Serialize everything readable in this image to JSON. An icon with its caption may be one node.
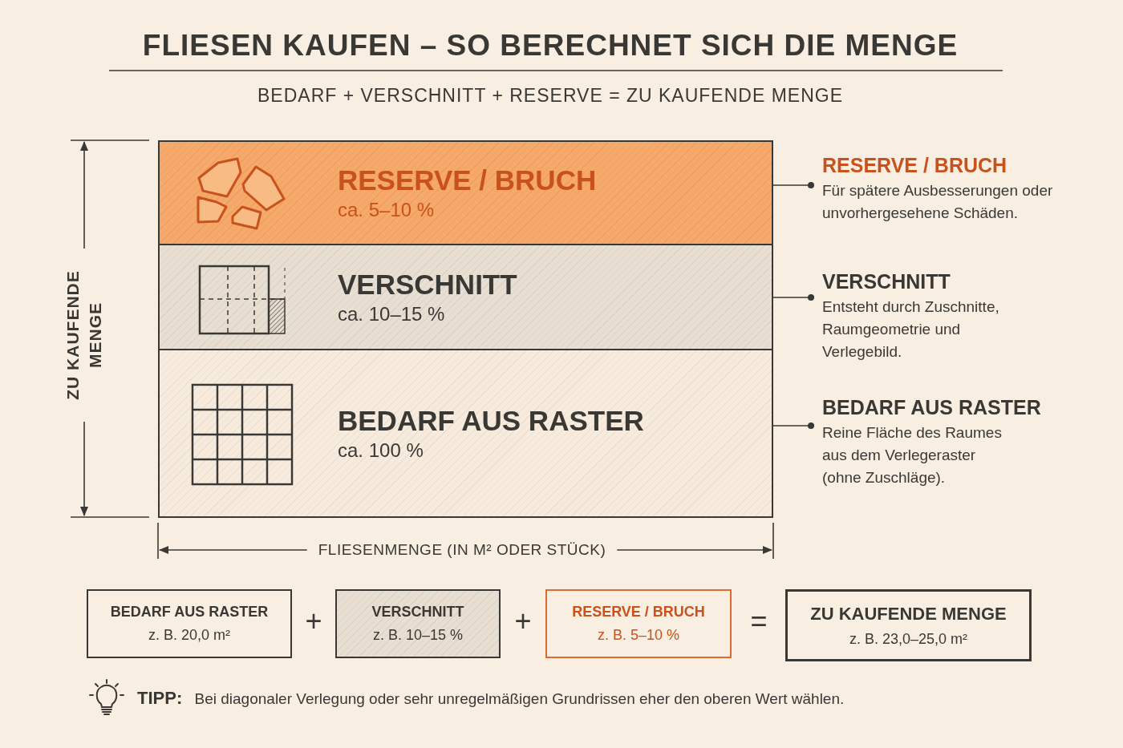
{
  "diagram": {
    "title": "FLIESEN KAUFEN – SO BERECHNET SICH DIE MENGE",
    "nodes": [
      {
        "text": [
          "RESERVE / BRUCH",
          "ca. 5–10 %"
        ]
      },
      {
        "text": [
          "VERSCHNITT",
          "ca. 10–15 %"
        ]
      },
      {
        "text": [
          "BEDARF AUS RASTER",
          "ca. 100 %"
        ]
      },
      {
        "text": [
          "RESERVE / BRUCH",
          "Für spätere Ausbesserungen oder unvorhergesehene Schäden."
        ]
      },
      {
        "text": [
          "VERSCHNITT",
          "Entsteht durch Zuschnitte, Raumgeometrie und Verlegebild."
        ]
      },
      {
        "text": [
          "BEDARF AUS RASTER",
          "Reine Fläche des Raumes aus dem Verlegeraster (ohne Zuschläge)."
        ]
      },
      {
        "text": [
          "BEDARF AUS RASTER",
          "z. B. 20,0 m²"
        ]
      },
      {
        "text": [
          "VERSCHNITT",
          "z. B. 10–15 %"
        ]
      },
      {
        "text": [
          "RESERVE / BRUCH",
          "z. B. 5–10 %"
        ]
      },
      {
        "text": [
          "ZU KAUFENDE MENGE",
          "z. B. 23,0–25,0 m²"
        ]
      }
    ],
    "edges": [
      {
        "from": 3,
        "to": 0,
        "arrow": "other"
      },
      {
        "from": 4,
        "to": 1,
        "arrow": "other"
      },
      {
        "from": 5,
        "to": 2,
        "arrow": "other"
      }
    ],
    "labels": [
      "BEDARF + VERSCHNITT + RESERVE = ZU KAUFENDE MENGE",
      "ZU KAUFENDE MENGE",
      "FLIESENMENGE (IN M² ODER STÜCK)",
      "+",
      "+",
      "=",
      "**TIPP:** Bei diagonaler Verlegung oder sehr unregelmäßigen Grundrissen eher den oberen Wert wählen."
    ]
  }
}
